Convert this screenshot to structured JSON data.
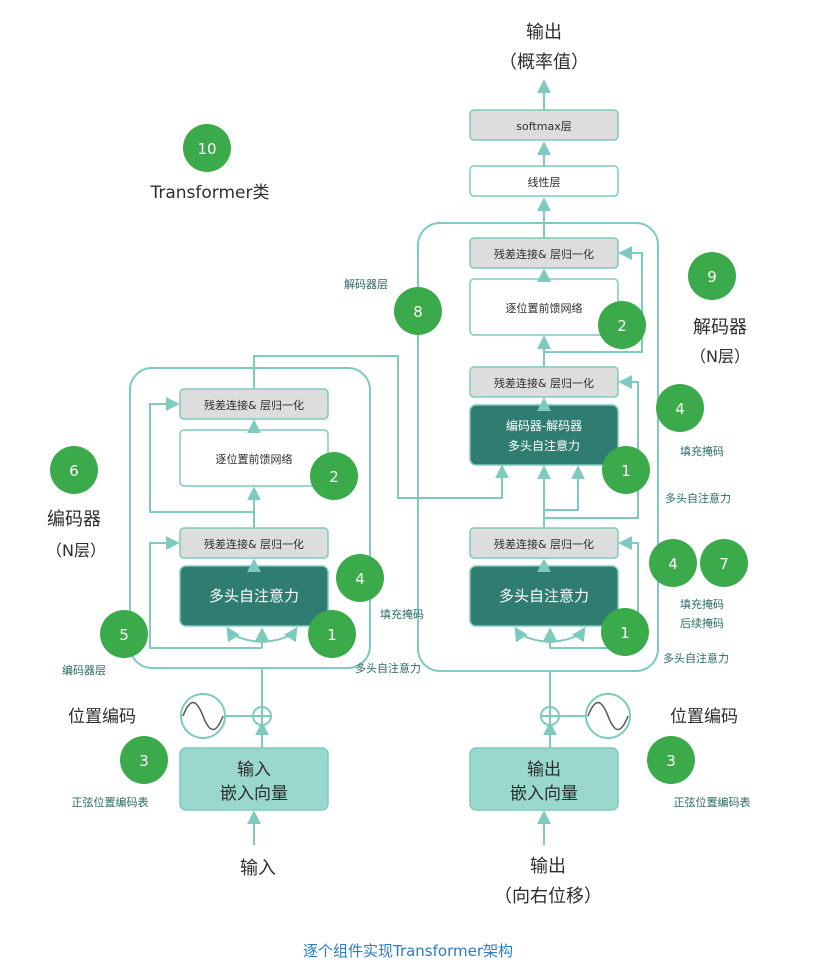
{
  "caption": "逐个组件实现Transformer架构",
  "transformer_label": "Transformer类",
  "encoder": {
    "title": "编码器",
    "count": "（N层）",
    "layer_label": "编码器层",
    "residual_top": "残差连接& 层归一化",
    "ffn": "逐位置前馈网络",
    "residual_bottom": "残差连接& 层归一化",
    "attention": "多头自注意力",
    "attention_note": "多头自注意力",
    "mask_note": "填充掩码"
  },
  "decoder": {
    "title": "解码器",
    "count": "（N层）",
    "layer_label": "解码器层",
    "residual_top": "残差连接& 层归一化",
    "ffn": "逐位置前馈网络",
    "residual_mid": "残差连接& 层归一化",
    "cross_attention_line1": "编码器-解码器",
    "cross_attention_line2": "多头自注意力",
    "residual_bottom": "残差连接& 层归一化",
    "attention": "多头自注意力",
    "cross_note": "多头自注意力",
    "cross_mask_note": "填充掩码",
    "self_note": "多头自注意力",
    "self_mask_note1": "填充掩码",
    "self_mask_note2": "后续掩码"
  },
  "linear": "线性层",
  "softmax": "softmax层",
  "output_top_line1": "输出",
  "output_top_line2": "（概率值）",
  "input_embedding_line1": "输入",
  "input_embedding_line2": "嵌入向量",
  "output_embedding_line1": "输出",
  "output_embedding_line2": "嵌入向量",
  "positional_encoding_left": "位置编码",
  "positional_encoding_right": "位置编码",
  "pe_table_left": "正弦位置编码表",
  "pe_table_right": "正弦位置编码表",
  "input_label": "输入",
  "output_label_line1": "输出",
  "output_label_line2": "（向右位移）",
  "badges": {
    "transformer": "10",
    "encoder": "6",
    "encoder_layer": "5",
    "enc_ffn": "2",
    "enc_mask": "4",
    "enc_attn": "1",
    "enc_pe": "3",
    "decoder": "9",
    "decoder_layer": "8",
    "dec_ffn": "2",
    "dec_cross_mask": "4",
    "dec_cross_attn": "1",
    "dec_self_mask": "4",
    "dec_subseq_mask": "7",
    "dec_self_attn": "1",
    "dec_pe": "3"
  },
  "colors": {
    "line": "#7fcabf",
    "badge": "#3aaa4a",
    "dark_box": "#2f7d71",
    "light_box": "#9ad7cd",
    "grey_box": "#dddddd",
    "caption": "#2a7cc7"
  }
}
